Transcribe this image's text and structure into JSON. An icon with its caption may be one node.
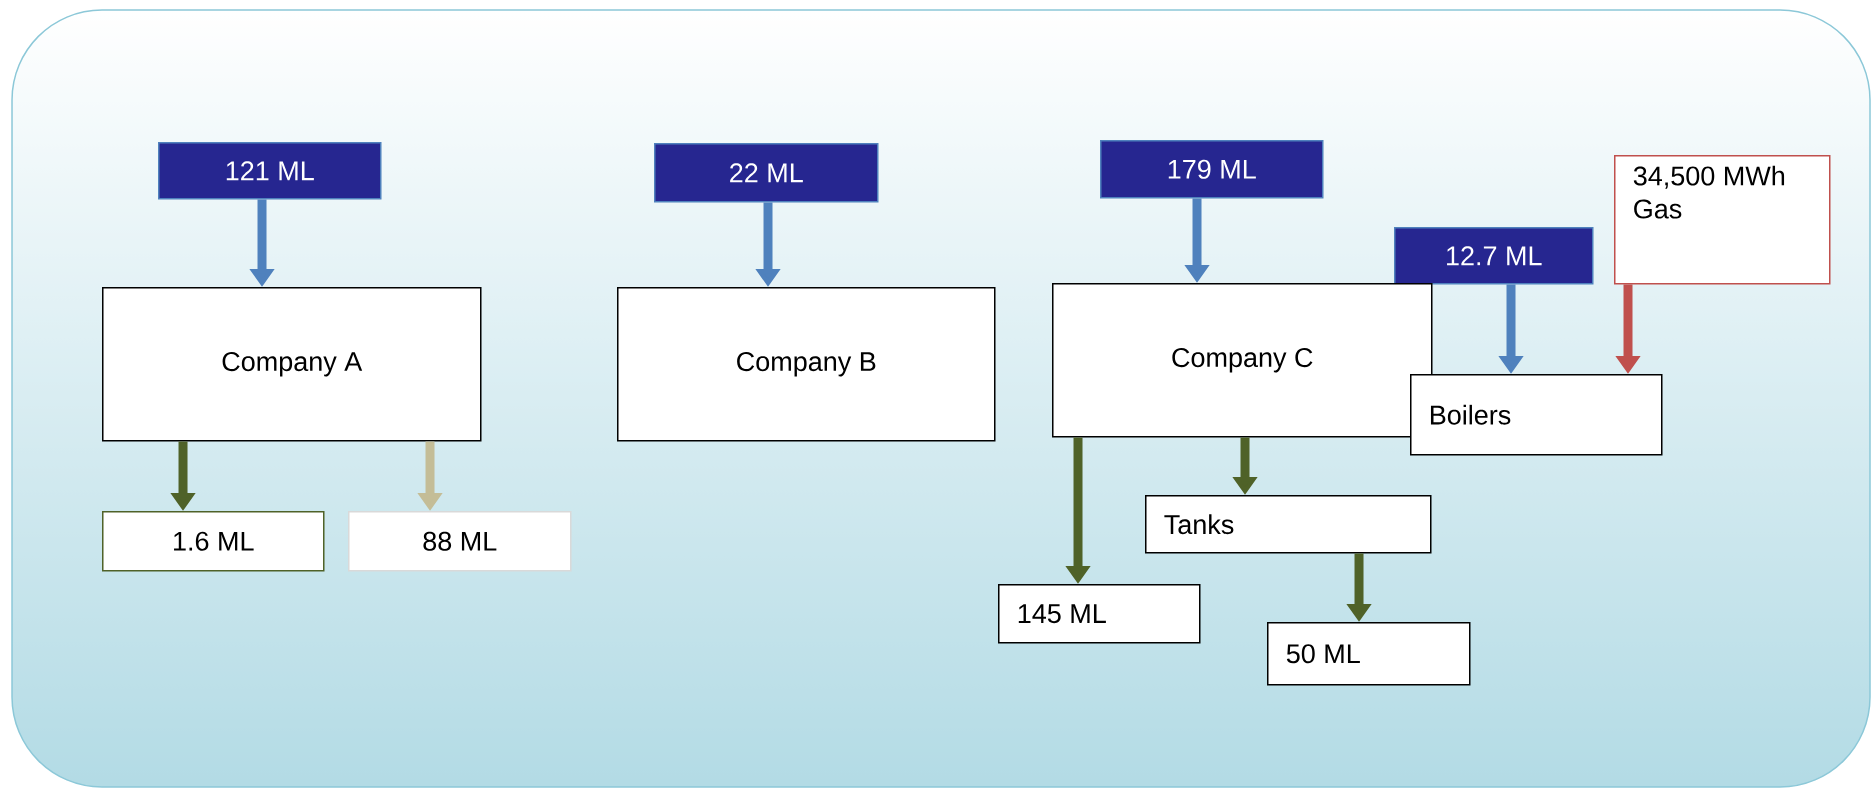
{
  "diagram": {
    "nodes": [
      {
        "text": [
          "121 ML"
        ]
      },
      {
        "text": [
          "Company A"
        ]
      },
      {
        "text": [
          "1.6 ML"
        ]
      },
      {
        "text": [
          "88 ML"
        ]
      },
      {
        "text": [
          "22 ML"
        ]
      },
      {
        "text": [
          "Company B"
        ]
      },
      {
        "text": [
          "179 ML"
        ]
      },
      {
        "text": [
          "12.7 ML"
        ]
      },
      {
        "text": [
          "34,500 MWh Gas"
        ]
      },
      {
        "text": [
          "Company C"
        ]
      },
      {
        "text": [
          "Boilers"
        ]
      },
      {
        "text": [
          "Tanks"
        ]
      },
      {
        "text": [
          "145 ML"
        ]
      },
      {
        "text": [
          "50 ML"
        ]
      }
    ],
    "edges": [
      {
        "from": 0,
        "to": 1,
        "arrow": "to"
      },
      {
        "from": 1,
        "to": 2,
        "arrow": "to",
        "color": "#4f6228"
      },
      {
        "from": 1,
        "to": 3,
        "arrow": "to",
        "color": "#c4bd97"
      },
      {
        "from": 4,
        "to": 5,
        "arrow": "to"
      },
      {
        "from": 6,
        "to": 9,
        "arrow": "to"
      },
      {
        "from": 7,
        "to": 10,
        "arrow": "to"
      },
      {
        "from": 8,
        "to": 10,
        "arrow": "to",
        "color": "#c0504d"
      },
      {
        "from": 9,
        "to": 12,
        "arrow": "to",
        "color": "#4f6228"
      },
      {
        "from": 9,
        "to": 11,
        "arrow": "to",
        "color": "#4f6228"
      },
      {
        "from": 11,
        "to": 13,
        "arrow": "to",
        "color": "#4f6228"
      }
    ]
  }
}
